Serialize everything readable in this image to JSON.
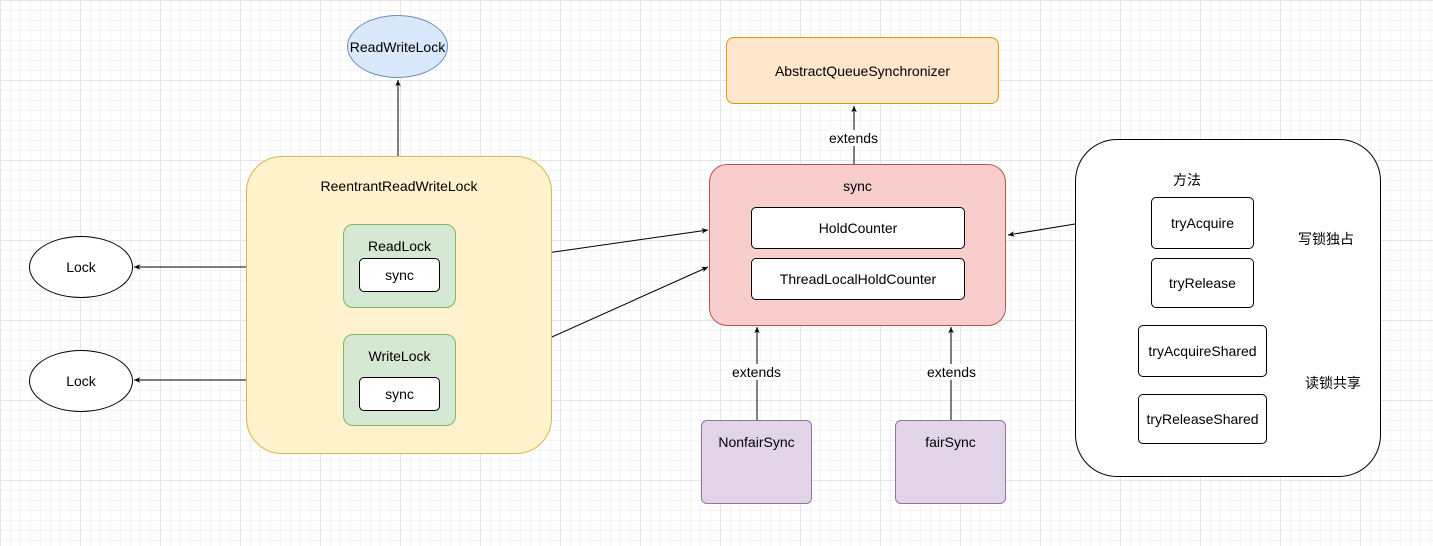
{
  "nodes": {
    "readwritelock": "ReadWriteLock",
    "aqs": "AbstractQueueSynchronizer",
    "rrwl": "ReentrantReadWriteLock",
    "readlock": "ReadLock",
    "readlock_sync": "sync",
    "writelock": "WriteLock",
    "writelock_sync": "sync",
    "lock_top": "Lock",
    "lock_bottom": "Lock",
    "sync": "sync",
    "holdcounter": "HoldCounter",
    "threadlocalholdcounter": "ThreadLocalHoldCounter",
    "nonfairsync": "NonfairSync",
    "fairsync": "fairSync"
  },
  "edge_labels": {
    "sync_to_aqs": "extends",
    "nonfair_to_sync": "extends",
    "fair_to_sync": "extends"
  },
  "methods_panel": {
    "title": "方法",
    "try_acquire": "tryAcquire",
    "try_release": "tryRelease",
    "try_acquire_shared": "tryAcquireShared",
    "try_release_shared": "tryReleaseShared",
    "write_exclusive": "写锁独占",
    "read_shared": "读锁共享"
  },
  "colors": {
    "blue_fill": "#dae8fc",
    "orange_fill": "#ffe6cc",
    "yellow_fill": "#fff2cc",
    "red_fill": "#f8cecc",
    "green_fill": "#d5e8d4",
    "purple_fill": "#e1d5e7"
  }
}
